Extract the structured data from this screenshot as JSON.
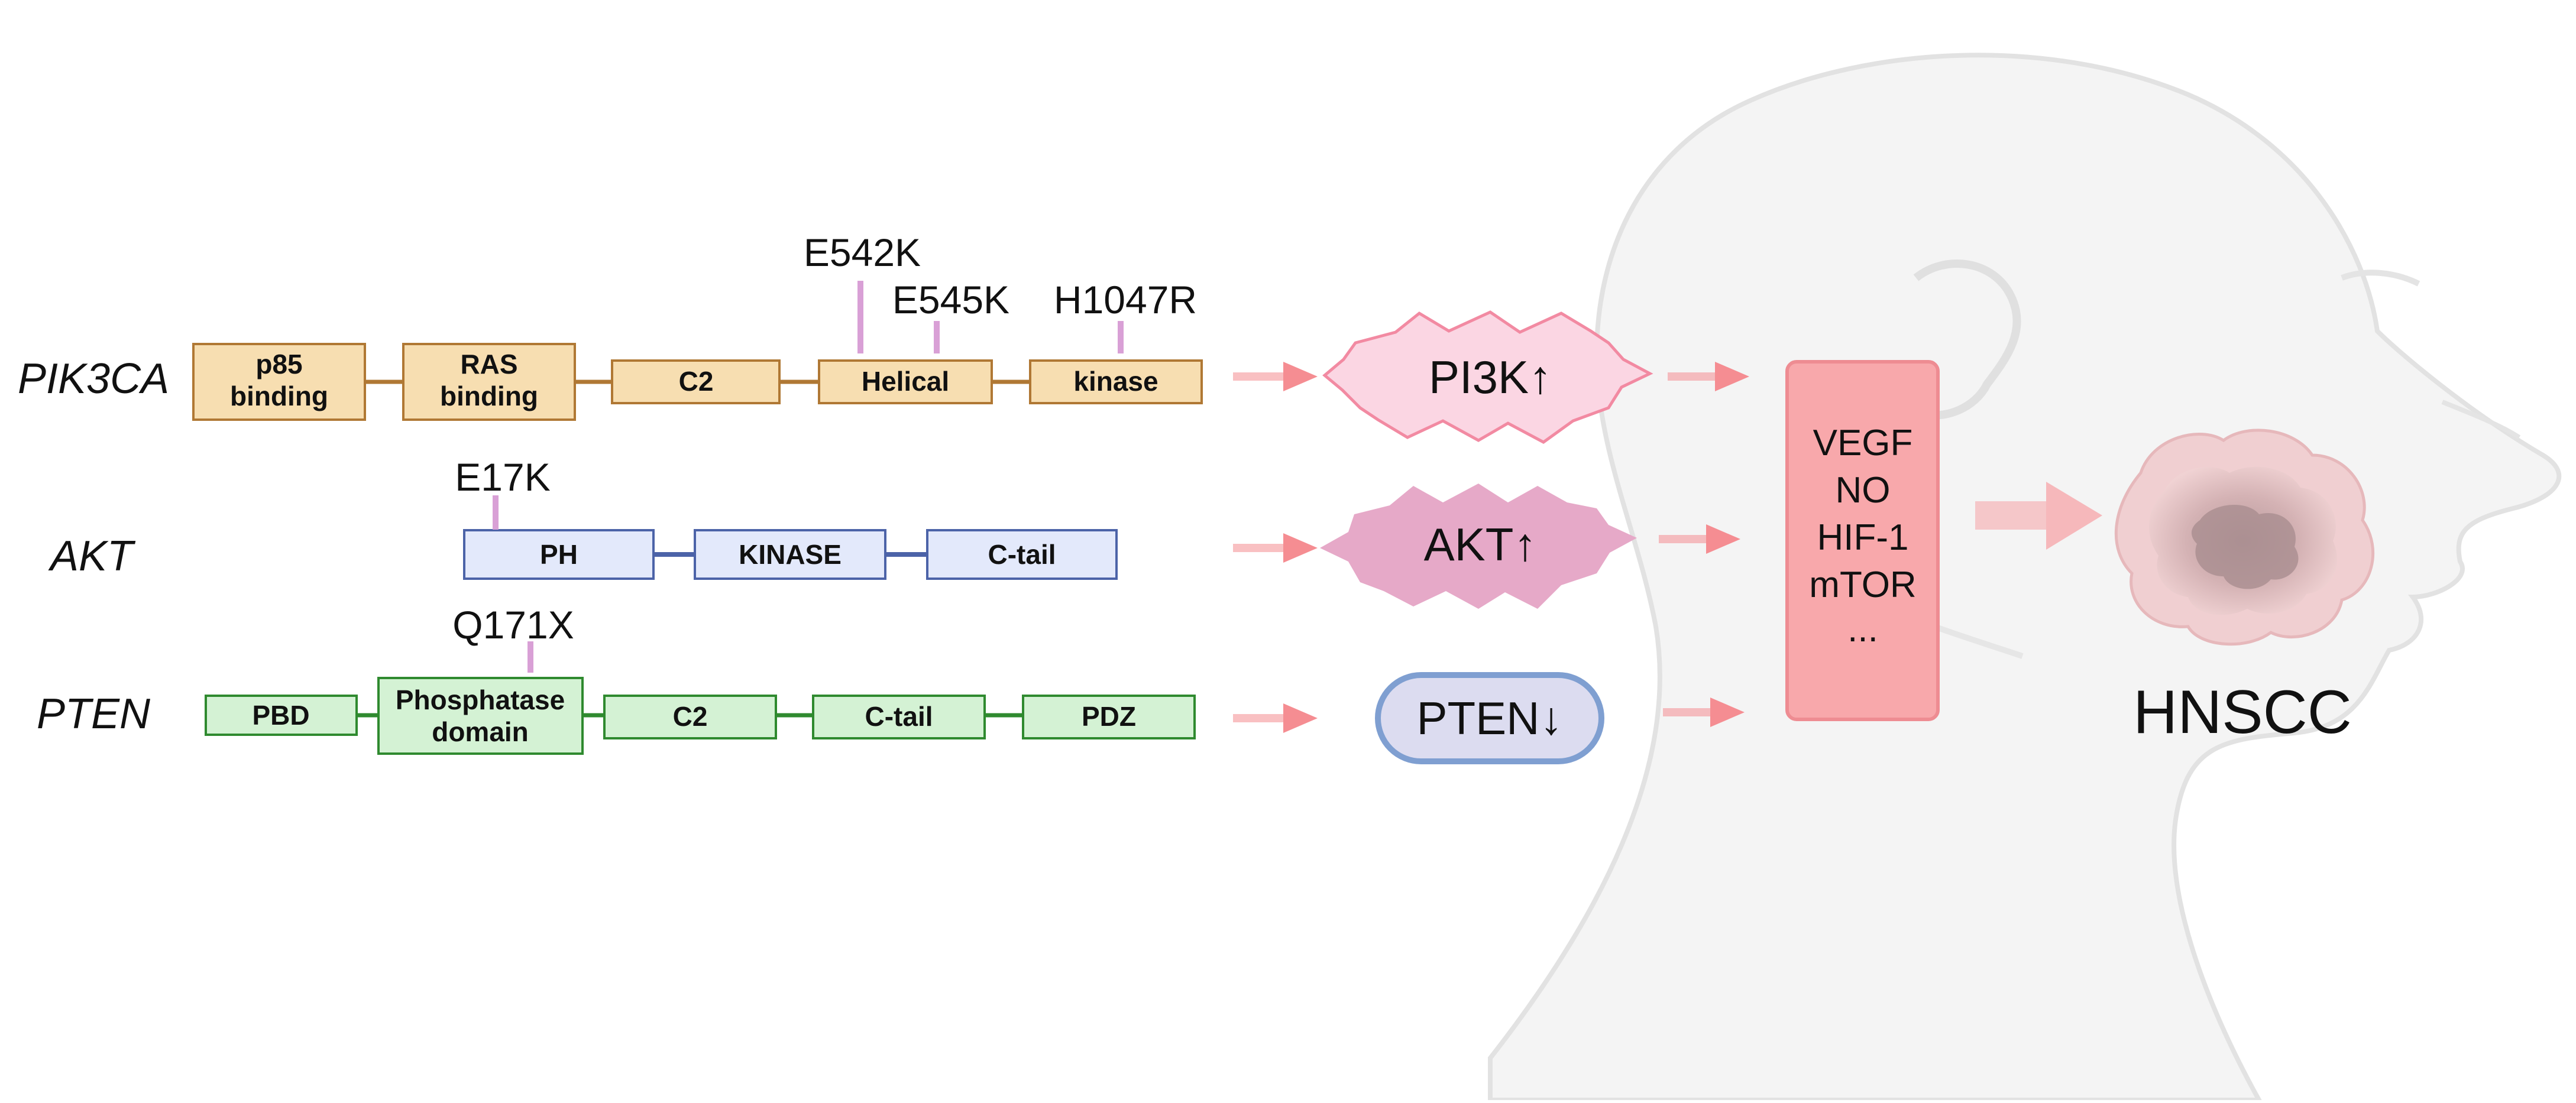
{
  "colors": {
    "pik3ca_fill": "#f7deb1",
    "pik3ca_stroke": "#b07834",
    "akt_fill": "#e3e9fb",
    "akt_stroke": "#4c63a8",
    "pten_fill": "#d4f2d4",
    "pten_stroke": "#2f8a2f",
    "mutation": "#d9a0d6",
    "arrow": "#f58d92",
    "pi3k_fill": "#fbd6e3",
    "pi3k_stroke": "#f28aa2",
    "akt_badge": "#e6a9c8",
    "pten_badge_fill": "#dcdcf0",
    "pten_badge_stroke": "#7f9fd1",
    "effector_fill": "#f8a8ab",
    "effector_stroke": "#ee8c92",
    "tumor": "#d7b4b6",
    "silhouette": "#e4e4e4"
  },
  "genes": {
    "pik3ca": {
      "name": "PIK3CA",
      "domains": [
        {
          "line1": "p85",
          "line2": "binding"
        },
        {
          "line1": "RAS",
          "line2": "binding"
        },
        {
          "line1": "C2",
          "line2": ""
        },
        {
          "line1": "Helical",
          "line2": ""
        },
        {
          "line1": "kinase",
          "line2": ""
        }
      ],
      "mutations": [
        "E542K",
        "E545K",
        "H1047R"
      ]
    },
    "akt": {
      "name": "AKT",
      "domains": [
        {
          "line1": "PH",
          "line2": ""
        },
        {
          "line1": "KINASE",
          "line2": ""
        },
        {
          "line1": "C-tail",
          "line2": ""
        }
      ],
      "mutations": [
        "E17K"
      ]
    },
    "pten": {
      "name": "PTEN",
      "domains": [
        {
          "line1": "PBD",
          "line2": ""
        },
        {
          "line1": "Phosphatase",
          "line2": "domain"
        },
        {
          "line1": "C2",
          "line2": ""
        },
        {
          "line1": "C-tail",
          "line2": ""
        },
        {
          "line1": "PDZ",
          "line2": ""
        }
      ],
      "mutations": [
        "Q171X"
      ]
    }
  },
  "status": {
    "pi3k": "PI3K↑",
    "akt": "AKT↑",
    "pten": "PTEN↓"
  },
  "effectors": [
    "VEGF",
    "NO",
    "HIF-1",
    "mTOR",
    "..."
  ],
  "outcome": "HNSCC"
}
